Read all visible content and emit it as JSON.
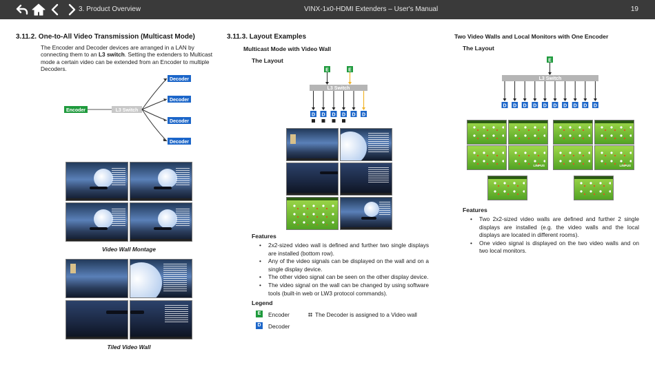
{
  "header": {
    "section": "3. Product Overview",
    "title": "VINX-1x0-HDMI Extenders – User's Manual",
    "page": "19",
    "icons": [
      "back-icon",
      "home-icon",
      "prev-page-icon",
      "next-page-icon"
    ]
  },
  "left": {
    "heading": "3.11.2. One-to-All Video Transmission (Multicast Mode)",
    "para_1": "The Encoder and Decoder devices are arranged in a LAN by connecting them to an ",
    "para_bold": "L3 switch",
    "para_2": ". Setting the extenders to Multicast mode a certain video can be extended from an Encoder to multiple Decoders.",
    "diagram": {
      "encoder_label": "Encoder",
      "switch_label": "L3 Switch",
      "decoder_labels": [
        "Decoder",
        "Decoder",
        "Decoder",
        "Decoder"
      ]
    },
    "caption_montage": "Video Wall Montage",
    "caption_tiled": "Tiled Video Wall"
  },
  "middle": {
    "heading": "3.11.3. Layout Examples",
    "subheading": "Multicast Mode with Video Wall",
    "layout_title": "The Layout",
    "diagram": {
      "encoder_badges": [
        "E",
        "E"
      ],
      "switch_label": "L3 Switch",
      "decoder_badges": [
        "D",
        "D",
        "D",
        "D",
        "D",
        "D"
      ]
    },
    "features_title": "Features",
    "features": [
      "2x2-sized video wall is defined and further two single displays are installed (bottom row).",
      "Any of the video signals can be displayed on the wall and on a single display device.",
      "The other video signal can be seen on the other display device.",
      "The video signal on the wall can be changed by using software tools (built-in web or LW3 protocol commands)."
    ],
    "legend_title": "Legend",
    "legend": {
      "encoder_badge": "E",
      "encoder": "Encoder",
      "decoder_badge": "D",
      "decoder": "Decoder",
      "wall": "The Decoder is assigned to a Video wall"
    }
  },
  "right": {
    "heading": "Two Video Walls and Local Monitors with One Encoder",
    "layout_title": "The Layout",
    "diagram": {
      "encoder_badge": "E",
      "switch_label": "L3 Switch",
      "decoder_badges": [
        "D",
        "D",
        "D",
        "D",
        "D",
        "D",
        "D",
        "D",
        "D",
        "D"
      ],
      "screen_logo": "LINPUS"
    },
    "features_title": "Features",
    "features": [
      "Two 2x2-sized video walls are defined and further 2 single displays are installed (e.g. the video walls and the local displays are located in different rooms).",
      "One video signal is displayed on the two video walls and on two local monitors."
    ]
  },
  "colors": {
    "topbar": "#3a3a3a",
    "decoder_blue": "#1c66c9",
    "encoder_green": "#1f9a3d",
    "switch_gray": "#b5b5b5",
    "highlight_arrow": "#f0b429"
  }
}
